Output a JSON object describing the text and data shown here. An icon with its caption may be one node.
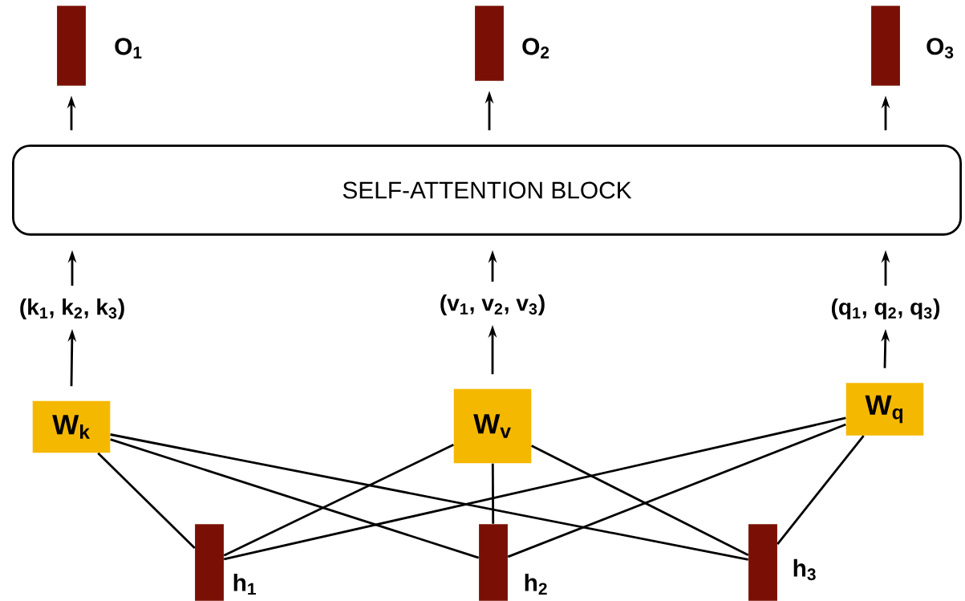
{
  "diagram": {
    "nodes": [
      {
        "text": [],
        "shape": "bar",
        "beside": [
          "O$_{1}$"
        ]
      },
      {
        "text": [],
        "shape": "bar",
        "beside": [
          "O$_{2}$"
        ]
      },
      {
        "text": [],
        "shape": "bar",
        "beside": [
          "O$_{3}$"
        ]
      },
      {
        "text": [
          "SELF-ATTENTION BLOCK"
        ]
      },
      {
        "text": [
          "(k$_{1}$, k$_{2}$, k$_{3}$)"
        ]
      },
      {
        "text": [
          "(v$_{1}$, v$_{2}$, v$_{3}$)"
        ]
      },
      {
        "text": [
          "(q$_{1}$, q$_{2}$, q$_{3}$)"
        ]
      },
      {
        "text": [
          "W$_{k}$"
        ]
      },
      {
        "text": [
          "W$_{v}$"
        ]
      },
      {
        "text": [
          "W$_{q}$"
        ]
      },
      {
        "text": [],
        "shape": "bar",
        "beside": [
          "h$_{1}$"
        ]
      },
      {
        "text": [],
        "shape": "bar",
        "beside": [
          "h$_{2}$"
        ]
      },
      {
        "text": [],
        "shape": "bar",
        "beside": [
          "h$_{3}$"
        ]
      }
    ],
    "edges": [
      {
        "from": 3,
        "to": 0,
        "arrow": "to"
      },
      {
        "from": 3,
        "to": 1,
        "arrow": "to"
      },
      {
        "from": 3,
        "to": 2,
        "arrow": "to"
      },
      {
        "from": 4,
        "to": 3,
        "arrow": "to"
      },
      {
        "from": 5,
        "to": 3,
        "arrow": "to"
      },
      {
        "from": 6,
        "to": 3,
        "arrow": "to"
      },
      {
        "from": 7,
        "to": 4,
        "arrow": "to"
      },
      {
        "from": 8,
        "to": 5,
        "arrow": "to"
      },
      {
        "from": 9,
        "to": 6,
        "arrow": "to"
      },
      {
        "from": 7,
        "to": 10,
        "arrow": "none"
      },
      {
        "from": 7,
        "to": 11,
        "arrow": "none"
      },
      {
        "from": 7,
        "to": 12,
        "arrow": "none"
      },
      {
        "from": 8,
        "to": 10,
        "arrow": "none"
      },
      {
        "from": 8,
        "to": 11,
        "arrow": "none"
      },
      {
        "from": 8,
        "to": 12,
        "arrow": "none"
      },
      {
        "from": 9,
        "to": 10,
        "arrow": "none"
      },
      {
        "from": 9,
        "to": 11,
        "arrow": "none"
      },
      {
        "from": 9,
        "to": 12,
        "arrow": "none"
      }
    ]
  }
}
